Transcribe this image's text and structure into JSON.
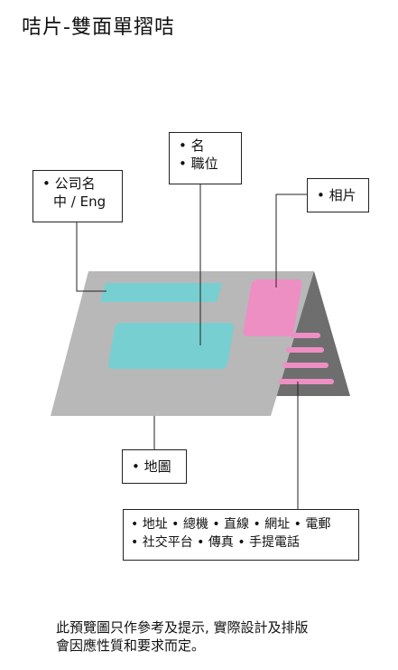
{
  "title": "咭片-雙面單摺咭",
  "labels": {
    "company": [
      "• 公司名",
      "中 / Eng"
    ],
    "name": [
      "• 名",
      "• 職位"
    ],
    "photo": "• 相片",
    "map": "• 地圖",
    "contact": [
      "• 地址 • 總機 • 直線 • 網址 • 電郵",
      "• 社交平台 • 傳真 • 手提電話"
    ]
  },
  "note": [
    "此預覽圖只作參考及提示, 實際設計及排版",
    "會因應性質和要求而定。"
  ],
  "colors": {
    "card_front": "#b8b8b8",
    "card_back": "#6e6e6e",
    "cyan": "#77cfd1",
    "pink": "#ee8fc4",
    "line": "#222222"
  }
}
